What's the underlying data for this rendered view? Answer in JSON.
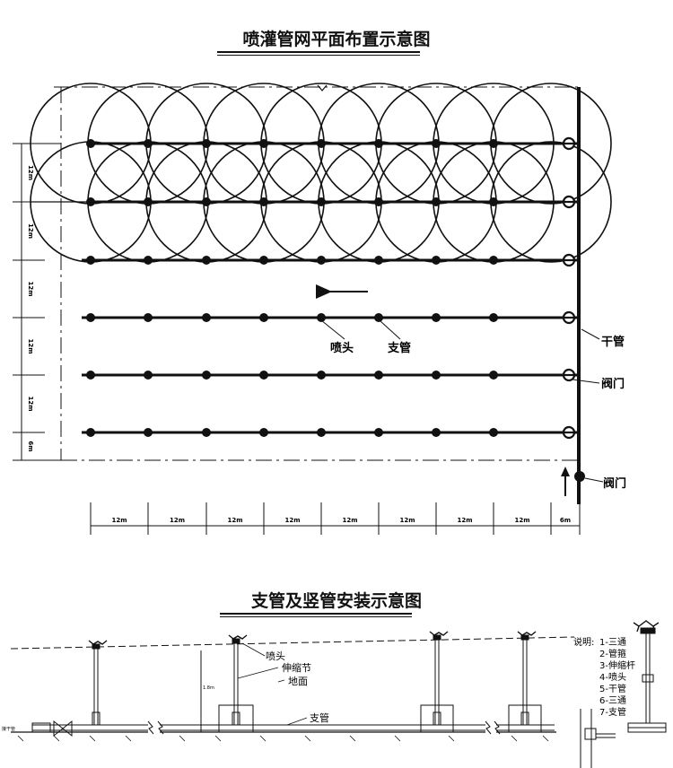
{
  "titles": {
    "plan": "喷灌管网平面布置示意图",
    "install": "支管及竖管安装示意图"
  },
  "plan": {
    "labels": {
      "nozzle": "喷头",
      "branch_pipe": "支管",
      "main_pipe": "干管",
      "valve_right": "阀门",
      "valve_bottom": "阀门"
    },
    "spacing_labels_bottom": [
      "12m",
      "12m",
      "12m",
      "12m",
      "12m",
      "12m",
      "12m",
      "12m",
      "6m"
    ],
    "spacing_labels_left": [
      "12m",
      "12m",
      "12m",
      "12m",
      "12m",
      "6m"
    ]
  },
  "install": {
    "labels": {
      "sprinkler": "喷头",
      "telescopic": "伸缩节",
      "ground": "地面",
      "branch": "支管",
      "main_pipe_left": "接干管",
      "height": "1.8m"
    },
    "legend": {
      "title": "说明:",
      "items": [
        "1-三通",
        "2-管箍",
        "3-伸缩杆",
        "4-喷头",
        "5-干管",
        "6-三通",
        "7-支管"
      ]
    }
  }
}
